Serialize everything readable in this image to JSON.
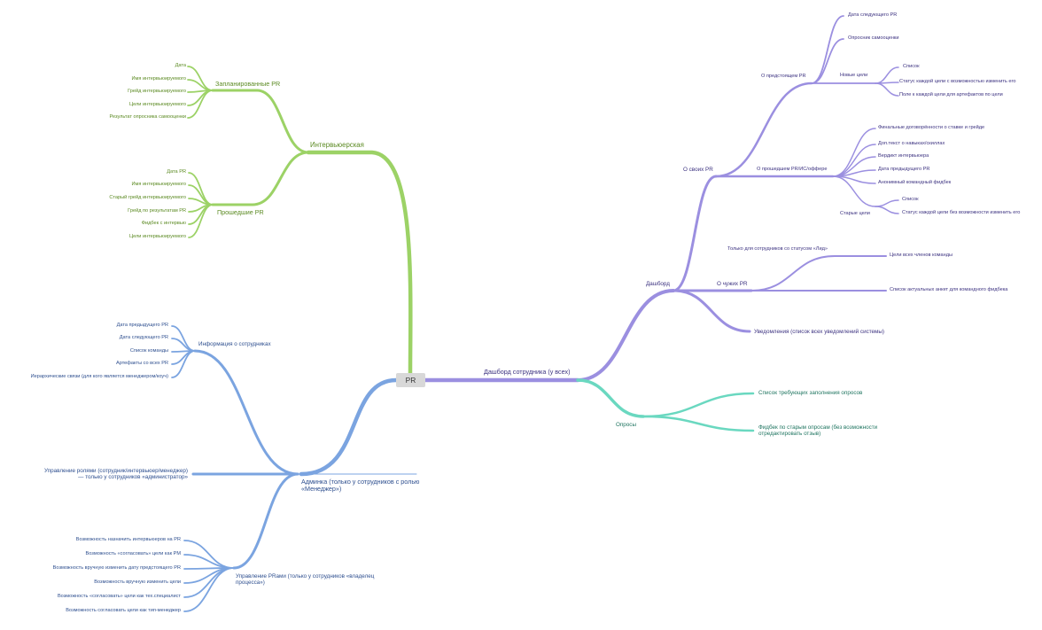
{
  "root": "PR",
  "colors": {
    "green": "#9cd266",
    "blue": "#7ba4e0",
    "purple": "#9b8fe0",
    "teal": "#6ad8c0"
  },
  "interviewer": {
    "label": "Интервьюерская",
    "planned": {
      "label": "Запланированные PR",
      "items": [
        "Дата",
        "Имя интервьюируемого",
        "Грейд интервьюируемого",
        "Цели интервьюируемого",
        "Результат опросника самооценки"
      ]
    },
    "past": {
      "label": "Прошедшие PR",
      "items": [
        "Дата PR",
        "Имя интервьюируемого",
        "Старый грейд интервьюируемого",
        "Грейд по результатам PR",
        "Фидбек с интервью",
        "Цели интервьюируемого"
      ]
    }
  },
  "admin": {
    "label_line1": "Админка (только у сотрудников с ролью",
    "label_line2": "«Менеджер»)",
    "info": {
      "label": "Информация о сотрудниках",
      "items": [
        "Дата предыдущего PR",
        "Дата следующего PR",
        "Список команды",
        "Артефакты со всех PR",
        "Иерархические связи (для кого является менеджером/коуч)"
      ]
    },
    "roles": {
      "line1": "Управление ролями (сотрудник/интервьюер/менеджер)",
      "line2": "— только у сотрудников «администратор»"
    },
    "pr_mgmt": {
      "line1": "Управление PRами (только у сотрудников «владелец",
      "line2": "процесса»)",
      "items": [
        "Возможность назначить интервьюеров на PR",
        "Возможность «согласовать» цели как PM",
        "Возможность вручную изменить дату предстоящего PR",
        "Возможность вручную изменить цели",
        "Возможность «согласовать» цели как тех.специалист",
        "Возможность согласовать цели как тип-менеджер"
      ]
    }
  },
  "employee": {
    "label": "Дашборд сотрудника (у всех)",
    "dashboard": {
      "label": "Дашборд",
      "own": {
        "label": "О своих PR",
        "upcoming": {
          "label": "О предстоящем PR",
          "items": [
            "Дата следующего PR",
            "Опросник самооценки"
          ],
          "new_goals": {
            "label": "Новые цели",
            "items": [
              "Список",
              "Статус каждой цели с возможностью изменить его",
              "Поле к каждой цели для артефактов по цели"
            ]
          }
        },
        "past": {
          "label": "О прошедшем PR/ИС/оффере",
          "items": [
            "Финальные договорённости о ставке и грейде",
            "Доп.текст о навыках/скиллах",
            "Вердикт интервьюера",
            "Дата предыдущего PR",
            "Анонимный командный фидбек"
          ],
          "old_goals": {
            "label": "Старые цели",
            "items": [
              "Список",
              "Статус каждой цели без возможности изменить его"
            ]
          }
        }
      },
      "others": {
        "label": "О чужих PR",
        "lead_label": "Только для сотрудников со статусом «Лид»",
        "team_goals": "Цели всех членов команды",
        "feedback_list": "Список актуальных анкет для командного фидбека"
      },
      "notifications": "Уведомления (список всех уведомлений системы)"
    },
    "surveys": {
      "label": "Опросы",
      "required": "Список требующих заполнения опросов",
      "old_line1": "Фидбек по старым опросам (без возможности",
      "old_line2": "отредактировать отзыв)"
    }
  }
}
